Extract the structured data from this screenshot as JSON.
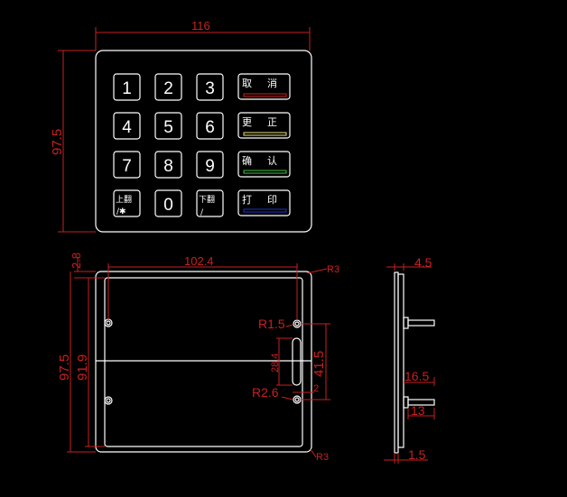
{
  "front_view": {
    "width_dim": "116",
    "height_dim": "97.5",
    "keys": {
      "k1": "1",
      "k2": "2",
      "k3": "3",
      "k4": "4",
      "k5": "5",
      "k6": "6",
      "k7": "7",
      "k8": "8",
      "k9": "9",
      "k0": "0",
      "page_up_top": "上翻",
      "page_up_bottom": "/✱",
      "page_down_top": "下翻",
      "page_down_bottom": "/",
      "cancel_a": "取",
      "cancel_b": "消",
      "correct_a": "更",
      "correct_b": "正",
      "confirm_a": "确",
      "confirm_b": "认",
      "print_a": "打",
      "print_b": "印"
    },
    "key_colors": {
      "cancel": "#d02020",
      "correct": "#e8e080",
      "confirm": "#40c040",
      "print": "#2030d0"
    }
  },
  "back_view": {
    "top_margin": "2.8",
    "hole_span": "102.4",
    "corner_radius_top": "R3",
    "corner_radius_bottom": "R3",
    "outer_height": "97.5",
    "inner_height": "91.9",
    "hole_radius": "R1.5",
    "slot_length": "28.4",
    "hole_vertical_span": "41.5",
    "slot_radius": "R2.6",
    "slot_offset": "2"
  },
  "side_view": {
    "thickness": "4.5",
    "stud_total": "16.5",
    "stud_length": "13",
    "plate_thickness": "1.5"
  }
}
